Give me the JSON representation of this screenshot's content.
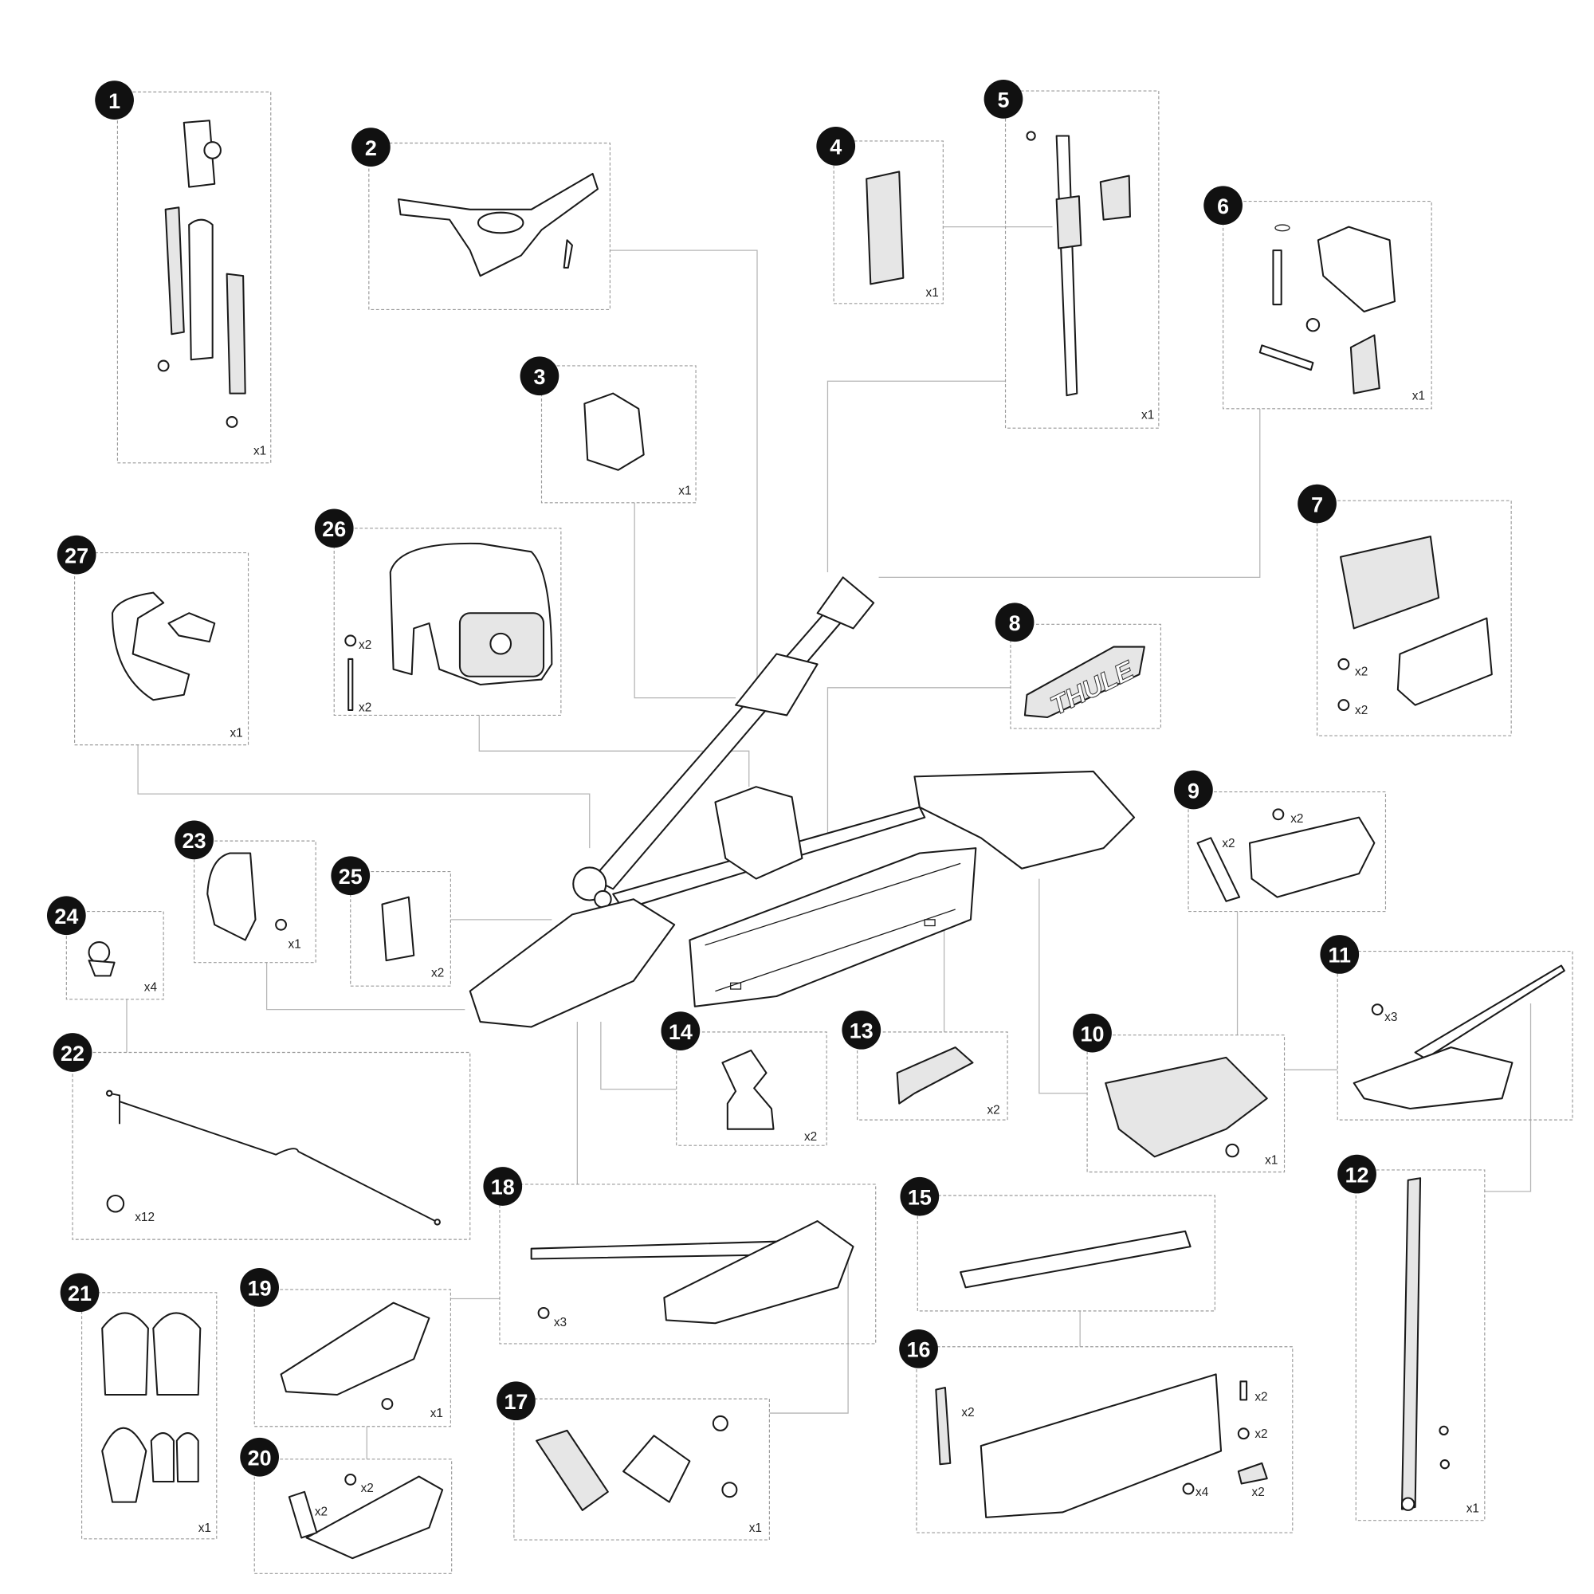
{
  "diagram": {
    "title": "Bike carrier parts breakdown",
    "parts": [
      {
        "number": "1",
        "quantities": [
          "x1"
        ]
      },
      {
        "number": "2",
        "quantities": []
      },
      {
        "number": "3",
        "quantities": [
          "x1"
        ]
      },
      {
        "number": "4",
        "quantities": [
          "x1"
        ]
      },
      {
        "number": "5",
        "quantities": [
          "x1"
        ]
      },
      {
        "number": "6",
        "quantities": [
          "x1"
        ]
      },
      {
        "number": "7",
        "quantities": [
          "x2",
          "x2"
        ]
      },
      {
        "number": "8",
        "quantities": []
      },
      {
        "number": "9",
        "quantities": [
          "x2",
          "x2"
        ]
      },
      {
        "number": "10",
        "quantities": [
          "x1"
        ]
      },
      {
        "number": "11",
        "quantities": [
          "x3"
        ]
      },
      {
        "number": "12",
        "quantities": [
          "x1"
        ]
      },
      {
        "number": "13",
        "quantities": [
          "x2"
        ]
      },
      {
        "number": "14",
        "quantities": [
          "x2"
        ]
      },
      {
        "number": "15",
        "quantities": []
      },
      {
        "number": "16",
        "quantities": [
          "x2",
          "x2",
          "x2",
          "x4",
          "x2"
        ]
      },
      {
        "number": "17",
        "quantities": [
          "x1"
        ]
      },
      {
        "number": "18",
        "quantities": [
          "x3"
        ]
      },
      {
        "number": "19",
        "quantities": [
          "x1"
        ]
      },
      {
        "number": "20",
        "quantities": [
          "x2",
          "x2"
        ]
      },
      {
        "number": "21",
        "quantities": [
          "x1"
        ]
      },
      {
        "number": "22",
        "quantities": [
          "x12"
        ]
      },
      {
        "number": "23",
        "quantities": [
          "x1"
        ]
      },
      {
        "number": "24",
        "quantities": [
          "x4"
        ]
      },
      {
        "number": "25",
        "quantities": [
          "x2"
        ]
      },
      {
        "number": "26",
        "quantities": [
          "x2",
          "x2"
        ]
      },
      {
        "number": "27",
        "quantities": [
          "x1"
        ]
      }
    ],
    "logo_text": "THULE"
  }
}
